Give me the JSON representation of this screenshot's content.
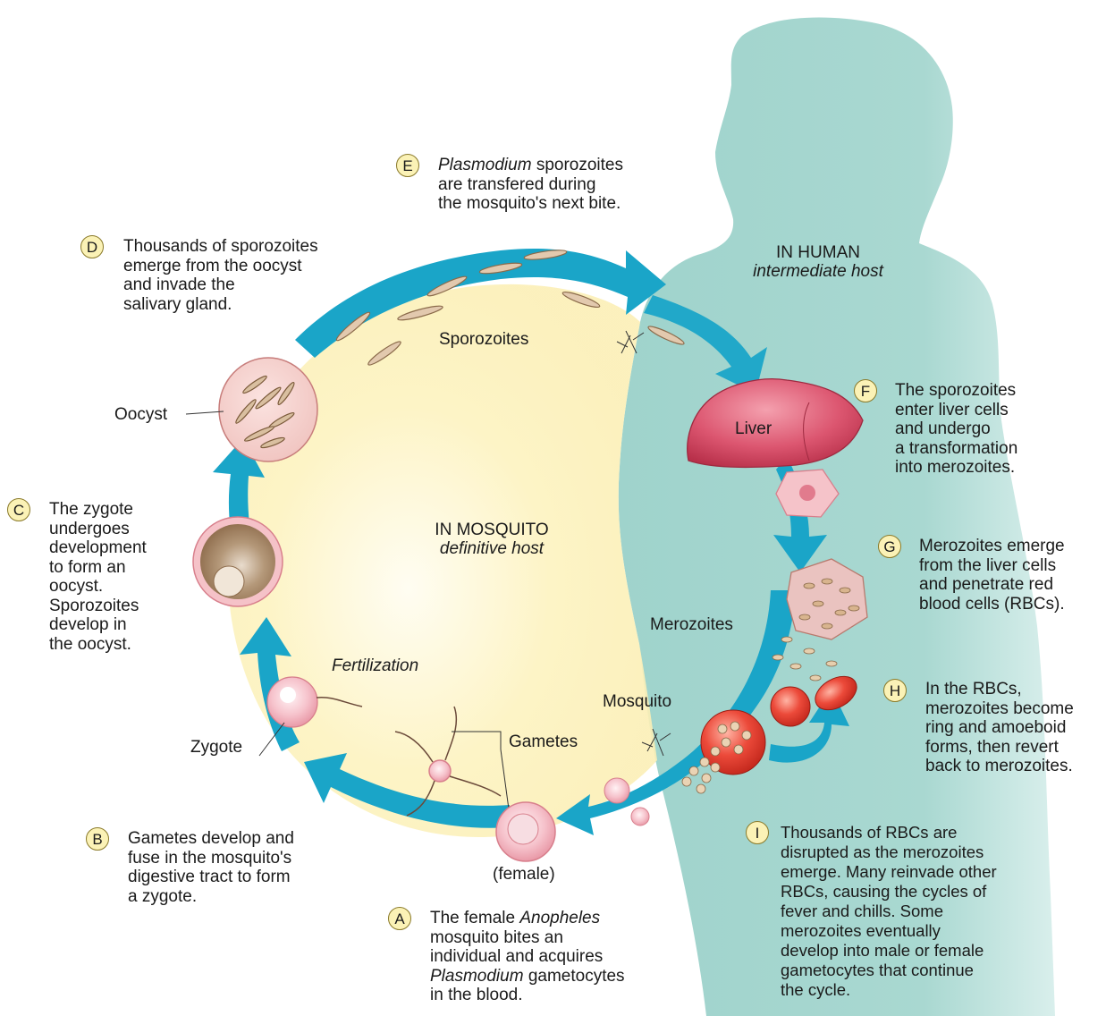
{
  "regions": {
    "mosquito": {
      "title": "IN MOSQUITO",
      "subtitle": "definitive host"
    },
    "human": {
      "title": "IN HUMAN",
      "subtitle": "intermediate host"
    }
  },
  "steps": [
    {
      "letter": "A",
      "pre": "The female ",
      "em": "Anopheles",
      "post": "\nmosquito bites an\nindividual and acquires\n",
      "em2": "Plasmodium",
      "post2": " gametocytes\nin the blood."
    },
    {
      "letter": "B",
      "text": "Gametes develop and\nfuse in the mosquito's\ndigestive tract to form\na zygote."
    },
    {
      "letter": "C",
      "text": "The zygote\nundergoes\ndevelopment\nto form an\noocyst.\nSporozoites\ndevelop in\nthe oocyst."
    },
    {
      "letter": "D",
      "text": "Thousands of sporozoites\nemerge from the oocyst\nand invade the\nsalivary gland."
    },
    {
      "letter": "E",
      "em": "Plasmodium",
      "post": " sporozoites\nare transfered during\nthe mosquito's next bite."
    },
    {
      "letter": "F",
      "text": "The sporozoites\nenter liver cells\nand undergo\na transformation\ninto merozoites."
    },
    {
      "letter": "G",
      "text": "Merozoites emerge\nfrom the liver cells\nand penetrate red\nblood cells (RBCs)."
    },
    {
      "letter": "H",
      "text": "In the RBCs,\nmerozoites become\nring and amoeboid\nforms, then revert\nback to merozoites."
    },
    {
      "letter": "I",
      "text": "Thousands of RBCs are\ndisrupted as the merozoites\nemerge. Many reinvade other\nRBCs, causing the cycles of\nfever and chills. Some\nmerozoites eventually\ndevelop into male or female\ngametocytes that continue\nthe cycle."
    }
  ],
  "labels": {
    "sporozoites": "Sporozoites",
    "oocyst": "Oocyst",
    "liver": "Liver",
    "merozoites": "Merozoites",
    "mosquito": "Mosquito",
    "fertilization": "Fertilization",
    "gametes": "Gametes",
    "zygote": "Zygote",
    "female": "(female)"
  },
  "colors": {
    "arrow": "#1aa5c8",
    "human_body": "#9fd3cc",
    "mosquito_glow": "#fdf3c4",
    "badge": "#fbf2b6",
    "liver": "#d64a63",
    "rbc": "#e63a2e",
    "cell_pink": "#f4b6c0",
    "oocyst_brown": "#a88766"
  }
}
